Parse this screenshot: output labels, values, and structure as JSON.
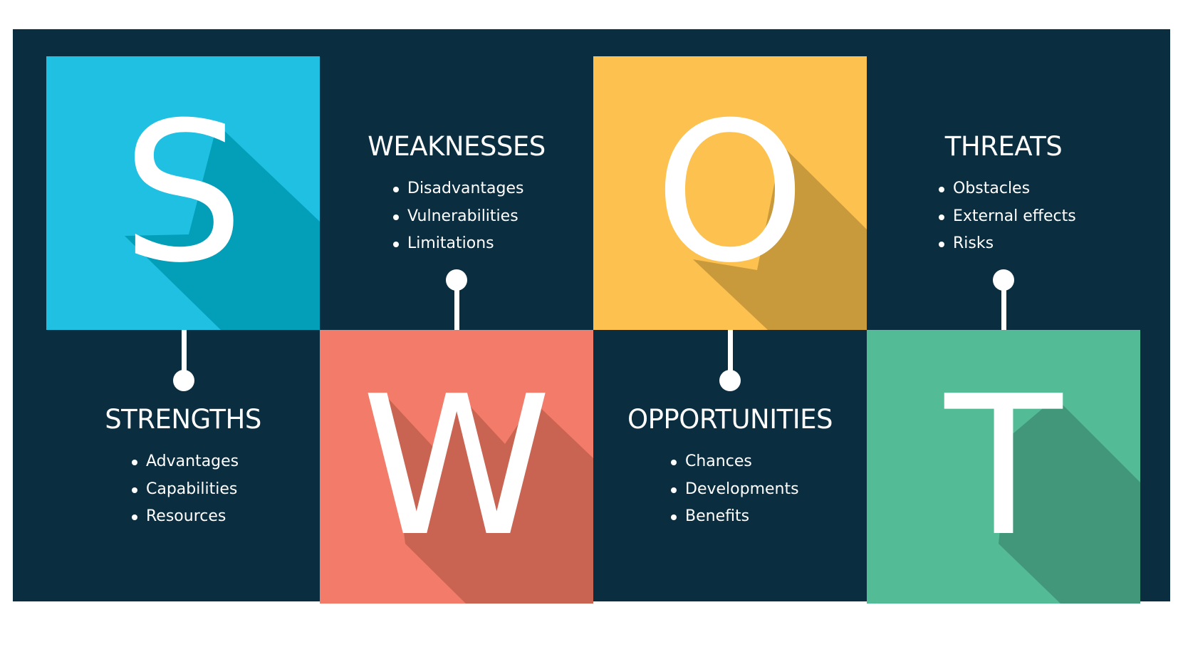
{
  "colors": {
    "background": "#0a2d3f",
    "strengths": "#1fc0e1",
    "strengths_shadow": "#039eb7",
    "weaknesses": "#f37b6a",
    "weaknesses_shadow": "#c96452",
    "opportunities": "#fcc14f",
    "opportunities_shadow": "#c99a3c",
    "threats": "#53bc96",
    "threats_shadow": "#42977a",
    "text": "#ffffff"
  },
  "tiles": [
    {
      "letter": "S",
      "color": "#1fc0e1"
    },
    {
      "letter": "W",
      "color": "#f37b6a"
    },
    {
      "letter": "O",
      "color": "#fcc14f"
    },
    {
      "letter": "T",
      "color": "#53bc96"
    }
  ],
  "sections": {
    "strengths": {
      "title": "STRENGTHS",
      "items": [
        "Advantages",
        "Capabilities",
        "Resources"
      ]
    },
    "weaknesses": {
      "title": "WEAKNESSES",
      "items": [
        "Disadvantages",
        "Vulnerabilities",
        "Limitations"
      ]
    },
    "opportunities": {
      "title": "OPPORTUNITIES",
      "items": [
        "Chances",
        "Developments",
        "Benefits"
      ]
    },
    "threats": {
      "title": "THREATS",
      "items": [
        "Obstacles",
        "External effects",
        "Risks"
      ]
    }
  }
}
